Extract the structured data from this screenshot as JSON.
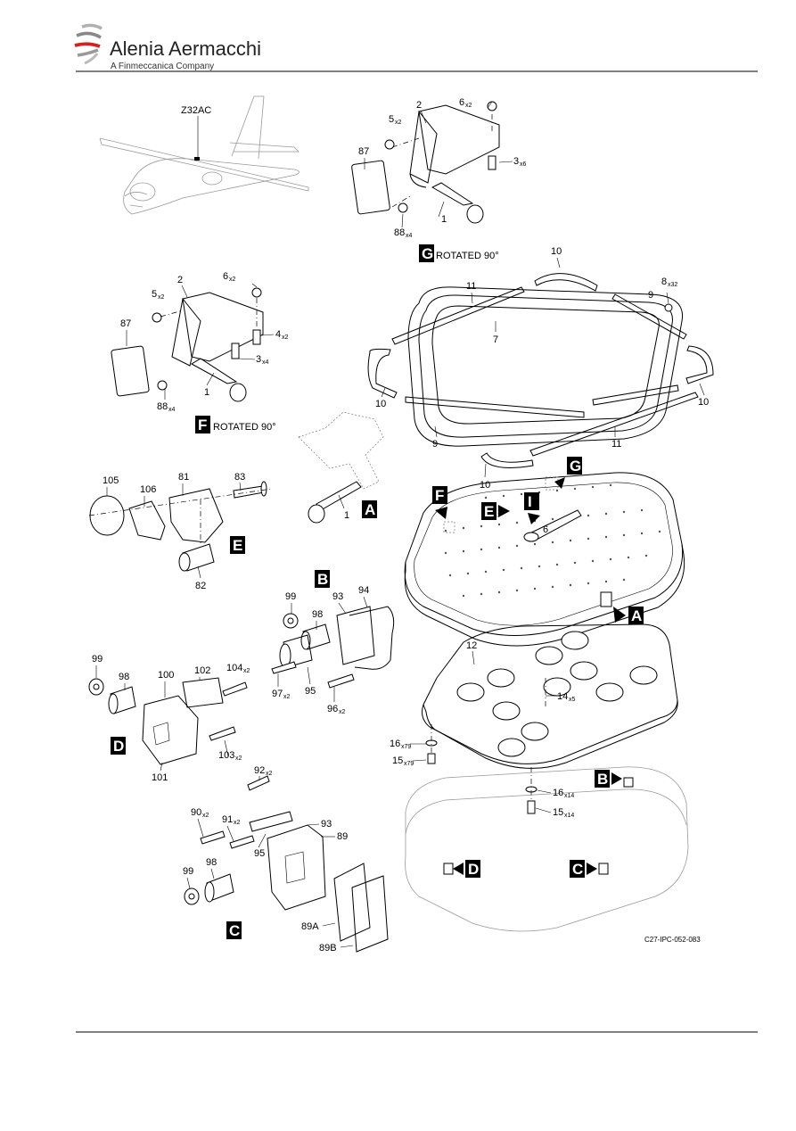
{
  "header": {
    "logo_name": "Alenia Aermacchi",
    "logo_tagline": "A Finmeccanica Company"
  },
  "figure": {
    "zone_label": "Z32AC",
    "figure_id": "C27-IPC-052-083",
    "view_notes": [
      {
        "letter": "G",
        "text": "ROTATED 90°"
      },
      {
        "letter": "F",
        "text": "ROTATED 90°"
      }
    ],
    "view_tags": [
      "A",
      "B",
      "C",
      "D",
      "E",
      "F",
      "G",
      "I"
    ],
    "callouts": [
      {
        "id": "c-6-g",
        "num": "6",
        "qty": "x2"
      },
      {
        "id": "c-2-g",
        "num": "2",
        "qty": ""
      },
      {
        "id": "c-5-g",
        "num": "5",
        "qty": "x2"
      },
      {
        "id": "c-87-g",
        "num": "87",
        "qty": ""
      },
      {
        "id": "c-3-g",
        "num": "3",
        "qty": "x6"
      },
      {
        "id": "c-1-g",
        "num": "1",
        "qty": ""
      },
      {
        "id": "c-88-g",
        "num": "88",
        "qty": "x4"
      },
      {
        "id": "c-10-top",
        "num": "10",
        "qty": ""
      },
      {
        "id": "c-11-top",
        "num": "11",
        "qty": ""
      },
      {
        "id": "c-8",
        "num": "8",
        "qty": "x32"
      },
      {
        "id": "c-9-right",
        "num": "9",
        "qty": ""
      },
      {
        "id": "c-7",
        "num": "7",
        "qty": ""
      },
      {
        "id": "c-10-left",
        "num": "10",
        "qty": ""
      },
      {
        "id": "c-10-right",
        "num": "10",
        "qty": ""
      },
      {
        "id": "c-9-bottom",
        "num": "9",
        "qty": ""
      },
      {
        "id": "c-11-bottom",
        "num": "11",
        "qty": ""
      },
      {
        "id": "c-10-bottom",
        "num": "10",
        "qty": ""
      },
      {
        "id": "c-6-f",
        "num": "6",
        "qty": "x2"
      },
      {
        "id": "c-2-f",
        "num": "2",
        "qty": ""
      },
      {
        "id": "c-5-f",
        "num": "5",
        "qty": "x2"
      },
      {
        "id": "c-87-f",
        "num": "87",
        "qty": ""
      },
      {
        "id": "c-4-f",
        "num": "4",
        "qty": "x2"
      },
      {
        "id": "c-3-f",
        "num": "3",
        "qty": "x4"
      },
      {
        "id": "c-1-f",
        "num": "1",
        "qty": ""
      },
      {
        "id": "c-88-f",
        "num": "88",
        "qty": "x4"
      },
      {
        "id": "c-105",
        "num": "105",
        "qty": ""
      },
      {
        "id": "c-106",
        "num": "106",
        "qty": ""
      },
      {
        "id": "c-81",
        "num": "81",
        "qty": ""
      },
      {
        "id": "c-83",
        "num": "83",
        "qty": ""
      },
      {
        "id": "c-82",
        "num": "82",
        "qty": ""
      },
      {
        "id": "c-1-a",
        "num": "1",
        "qty": ""
      },
      {
        "id": "c-6-main",
        "num": "6",
        "qty": ""
      },
      {
        "id": "c-99-b",
        "num": "99",
        "qty": ""
      },
      {
        "id": "c-93-b",
        "num": "93",
        "qty": ""
      },
      {
        "id": "c-94",
        "num": "94",
        "qty": ""
      },
      {
        "id": "c-98-b",
        "num": "98",
        "qty": ""
      },
      {
        "id": "c-97",
        "num": "97",
        "qty": "x2"
      },
      {
        "id": "c-95-b",
        "num": "95",
        "qty": ""
      },
      {
        "id": "c-96",
        "num": "96",
        "qty": "x2"
      },
      {
        "id": "c-12",
        "num": "12",
        "qty": ""
      },
      {
        "id": "c-14",
        "num": "14",
        "qty": "x5"
      },
      {
        "id": "c-16-a",
        "num": "16",
        "qty": "x79"
      },
      {
        "id": "c-15-a",
        "num": "15",
        "qty": "x79"
      },
      {
        "id": "c-16-b",
        "num": "16",
        "qty": "x14"
      },
      {
        "id": "c-15-b",
        "num": "15",
        "qty": "x14"
      },
      {
        "id": "c-99-d",
        "num": "99",
        "qty": ""
      },
      {
        "id": "c-98-d",
        "num": "98",
        "qty": ""
      },
      {
        "id": "c-100",
        "num": "100",
        "qty": ""
      },
      {
        "id": "c-102",
        "num": "102",
        "qty": ""
      },
      {
        "id": "c-104",
        "num": "104",
        "qty": "x2"
      },
      {
        "id": "c-103",
        "num": "103",
        "qty": "x2"
      },
      {
        "id": "c-101",
        "num": "101",
        "qty": ""
      },
      {
        "id": "c-92",
        "num": "92",
        "qty": "x2"
      },
      {
        "id": "c-90",
        "num": "90",
        "qty": "x2"
      },
      {
        "id": "c-91",
        "num": "91",
        "qty": "x2"
      },
      {
        "id": "c-93-c",
        "num": "93",
        "qty": ""
      },
      {
        "id": "c-89",
        "num": "89",
        "qty": ""
      },
      {
        "id": "c-95-c",
        "num": "95",
        "qty": ""
      },
      {
        "id": "c-99-c",
        "num": "99",
        "qty": ""
      },
      {
        "id": "c-98-c",
        "num": "98",
        "qty": ""
      },
      {
        "id": "c-89a",
        "num": "89A",
        "qty": ""
      },
      {
        "id": "c-89b",
        "num": "89B",
        "qty": ""
      }
    ]
  }
}
